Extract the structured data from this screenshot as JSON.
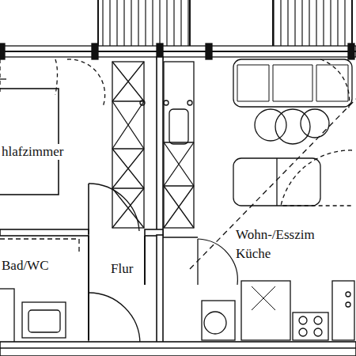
{
  "diagram": {
    "labels": [
      "hlafzimmer",
      "Bad/WC",
      "Flur",
      "Wohn-/Esszim",
      "Küche"
    ]
  }
}
